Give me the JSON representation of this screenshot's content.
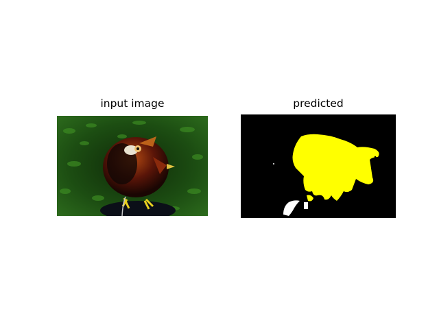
{
  "figure": {
    "left_panel": {
      "title": "input image"
    },
    "right_panel": {
      "title": "predicted"
    }
  },
  "colors": {
    "background": "#ffffff",
    "mask_foreground": "#ffff00",
    "mask_background": "#000000",
    "mask_other_class": "#ffffff",
    "grass": "#1f5a14"
  },
  "content": {
    "input_image": "bird-photo",
    "predicted_image": "segmentation-mask"
  }
}
